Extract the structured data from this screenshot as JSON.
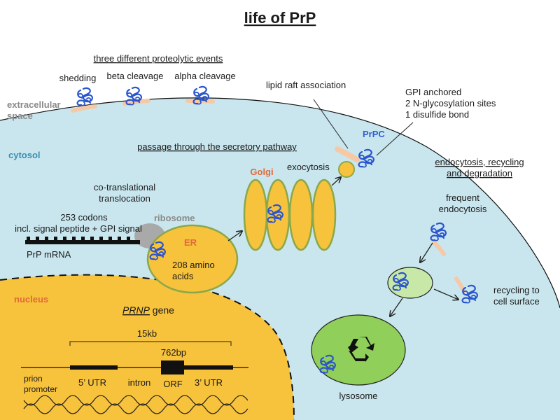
{
  "title": "life of PrP",
  "regions": {
    "extracellular_line1": "extracellular",
    "extracellular_line2": "space",
    "cytosol": "cytosol",
    "nucleus": "nucleus"
  },
  "proteolysis": {
    "heading": "three different proteolytic events",
    "shedding": "shedding",
    "beta": "beta cleavage",
    "alpha": "alpha cleavage"
  },
  "membrane": {
    "lipid_raft": "lipid raft association",
    "gpi_line1": "GPI anchored",
    "gpi_line2": "2 N-glycosylation sites",
    "gpi_line3": "1 disulfide bond",
    "prpc": "PrPC"
  },
  "secretory": {
    "heading": "passage through the secretory pathway",
    "golgi": "Golgi",
    "exocytosis": "exocytosis",
    "cotrans_line1": "co-translational",
    "cotrans_line2": "translocation",
    "ribosome": "ribosome",
    "er": "ER",
    "aa_line1": "208 amino",
    "aa_line2": "acids"
  },
  "mrna": {
    "codons": "253 codons",
    "signal": "incl. signal peptide + GPI signal",
    "label": "PrP mRNA"
  },
  "endocytosis": {
    "heading_line1": "endocytosis, recycling",
    "heading_line2": "and degradation",
    "frequent_line1": "frequent",
    "frequent_line2": "endocytosis",
    "recycling_line1": "recycling to",
    "recycling_line2": "cell surface",
    "lysosome": "lysosome"
  },
  "gene": {
    "name": "PRNP",
    "suffix": " gene",
    "size": "15kb",
    "orf_size": "762bp",
    "prion_line1": "prion",
    "prion_line2": "promoter",
    "utr5": "5’ UTR",
    "intron": "intron",
    "orf": "ORF",
    "utr3": "3’ UTR"
  },
  "colors": {
    "cytosol": "#c9e6ee",
    "nucleus": "#f7c23c",
    "organelle": "#f7c23c",
    "organelle_edge": "#8aa84a",
    "lysosome": "#8fcf5a",
    "vesicle": "#c8e8a8",
    "raft": "#f5c9a6",
    "prion": "#2b55cc"
  }
}
